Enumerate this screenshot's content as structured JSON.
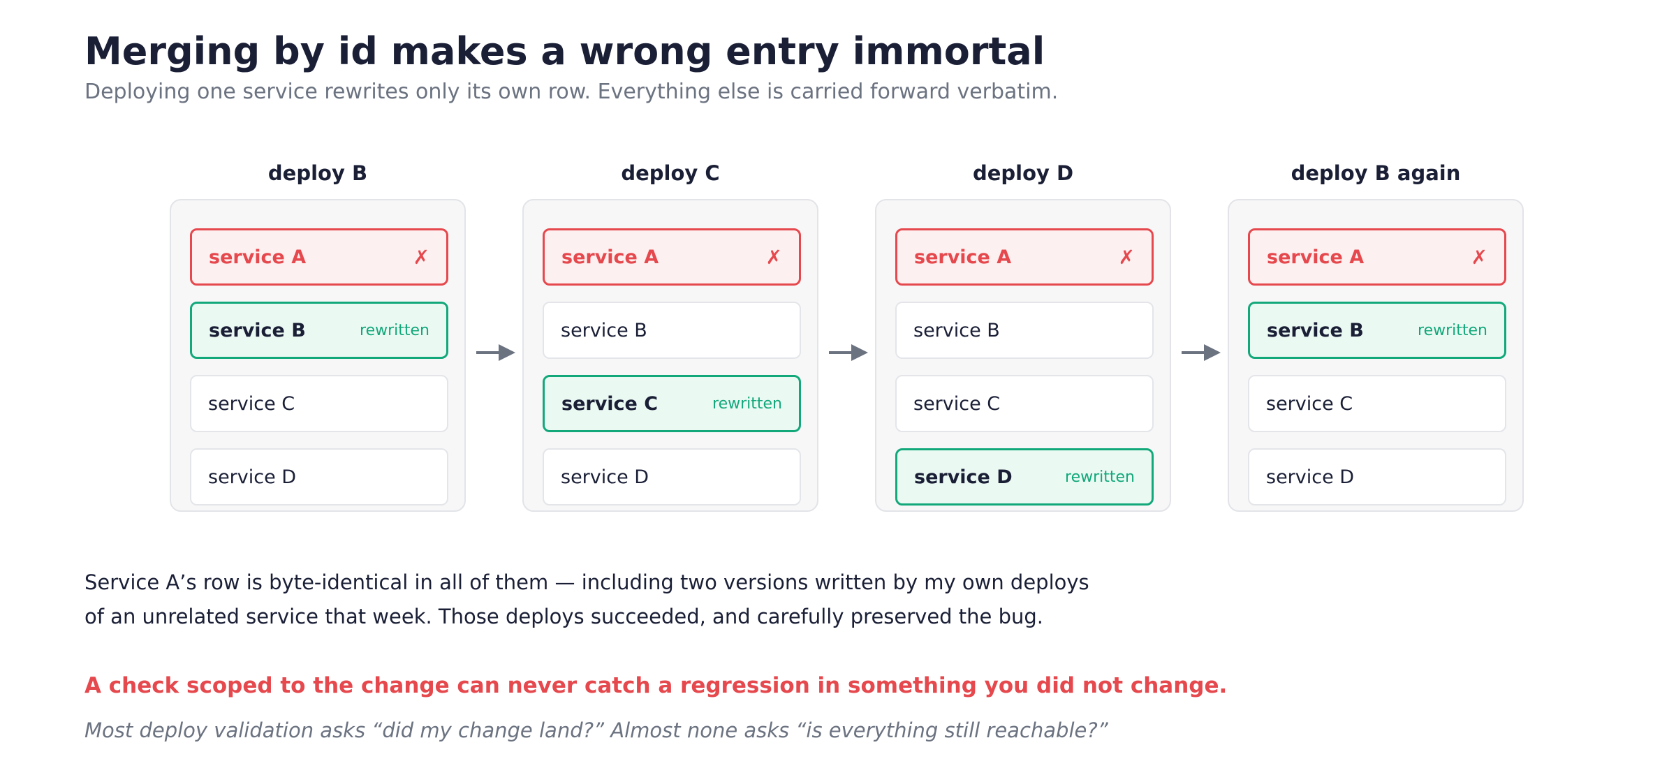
{
  "title": "Merging by id makes a wrong entry immortal",
  "subtitle": "Deploying one service rewrites only its own row. Everything else is carried forward verbatim.",
  "colors": {
    "error": "#e5484d",
    "rewritten": "#12a87a",
    "text": "#1a1f36",
    "muted": "#6b7280"
  },
  "stages": [
    {
      "label": "deploy B",
      "rows": [
        {
          "name": "service A",
          "state": "wrong",
          "marker": "✗"
        },
        {
          "name": "service B",
          "state": "rewritten",
          "marker": "rewritten"
        },
        {
          "name": "service C",
          "state": "unchanged",
          "marker": ""
        },
        {
          "name": "service D",
          "state": "unchanged",
          "marker": ""
        }
      ]
    },
    {
      "label": "deploy C",
      "rows": [
        {
          "name": "service A",
          "state": "wrong",
          "marker": "✗"
        },
        {
          "name": "service B",
          "state": "unchanged",
          "marker": ""
        },
        {
          "name": "service C",
          "state": "rewritten",
          "marker": "rewritten"
        },
        {
          "name": "service D",
          "state": "unchanged",
          "marker": ""
        }
      ]
    },
    {
      "label": "deploy D",
      "rows": [
        {
          "name": "service A",
          "state": "wrong",
          "marker": "✗"
        },
        {
          "name": "service B",
          "state": "unchanged",
          "marker": ""
        },
        {
          "name": "service C",
          "state": "unchanged",
          "marker": ""
        },
        {
          "name": "service D",
          "state": "rewritten",
          "marker": "rewritten"
        }
      ]
    },
    {
      "label": "deploy B again",
      "rows": [
        {
          "name": "service A",
          "state": "wrong",
          "marker": "✗"
        },
        {
          "name": "service B",
          "state": "rewritten",
          "marker": "rewritten"
        },
        {
          "name": "service C",
          "state": "unchanged",
          "marker": ""
        },
        {
          "name": "service D",
          "state": "unchanged",
          "marker": ""
        }
      ]
    }
  ],
  "body_lines": [
    "Service A’s row is byte-identical in all of them — including two versions written by my own deploys",
    "of an unrelated service that week. Those deploys succeeded, and carefully preserved the bug."
  ],
  "callout": "A check scoped to the change can never catch a regression in something you did not change.",
  "footnote": "Most deploy validation asks “did my change land?” Almost none asks “is everything still reachable?”"
}
